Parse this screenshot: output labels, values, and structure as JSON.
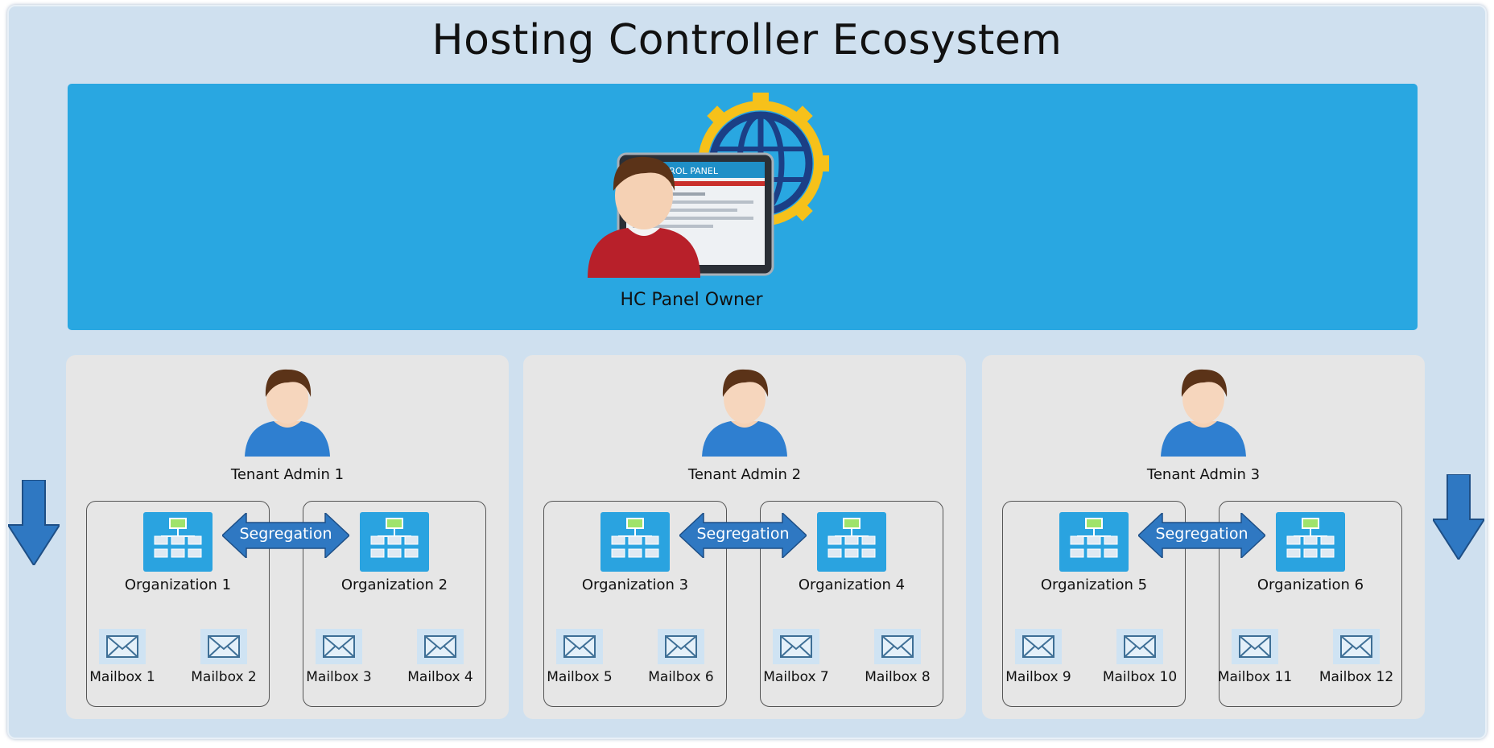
{
  "title": "Hosting Controller Ecosystem",
  "owner": {
    "label": "HC Panel Owner",
    "screen_title": "CONTROL PANEL"
  },
  "segregation_label": "Segregation",
  "tenants": [
    {
      "label": "Tenant Admin 1",
      "orgs": [
        {
          "label": "Organization 1",
          "mailboxes": [
            "Mailbox 1",
            "Mailbox 2"
          ]
        },
        {
          "label": "Organization 2",
          "mailboxes": [
            "Mailbox 3",
            "Mailbox 4"
          ]
        }
      ]
    },
    {
      "label": "Tenant Admin 2",
      "orgs": [
        {
          "label": "Organization 3",
          "mailboxes": [
            "Mailbox 5",
            "Mailbox 6"
          ]
        },
        {
          "label": "Organization 4",
          "mailboxes": [
            "Mailbox 7",
            "Mailbox 8"
          ]
        }
      ]
    },
    {
      "label": "Tenant Admin 3",
      "orgs": [
        {
          "label": "Organization 5",
          "mailboxes": [
            "Mailbox 9",
            "Mailbox 10"
          ]
        },
        {
          "label": "Organization 6",
          "mailboxes": [
            "Mailbox 11",
            "Mailbox 12"
          ]
        }
      ]
    }
  ],
  "colors": {
    "frame": "#cfe0ef",
    "band": "#29a7e1",
    "panel": "#e6e6e6",
    "arrow": "#2f78c2",
    "org_icon": "#2aa3e0",
    "accent_green": "#9fe36b",
    "gear": "#f6c11a"
  },
  "icons": {
    "person": "person-icon",
    "org": "org-chart-icon",
    "mail": "envelope-icon",
    "control_panel": "control-panel-icon",
    "gear": "gear-icon",
    "down_arrow": "down-arrow-icon",
    "double_arrow": "double-arrow-icon"
  }
}
